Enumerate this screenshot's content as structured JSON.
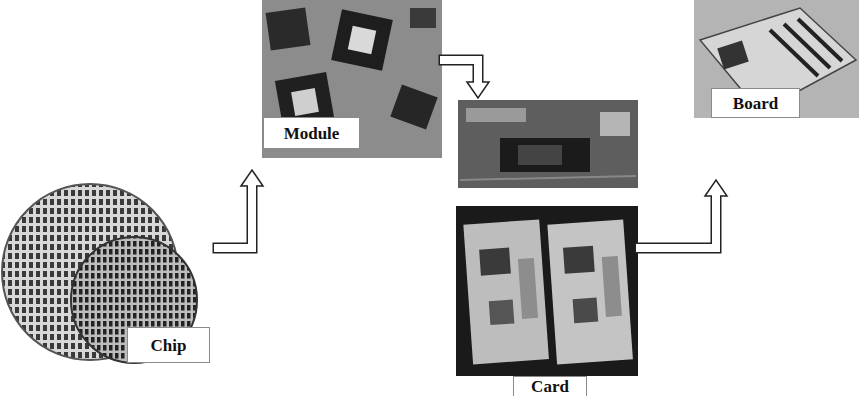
{
  "diagram": {
    "nodes": [
      {
        "text": [
          "Chip"
        ]
      },
      {
        "text": [
          "Module"
        ]
      },
      {
        "text": [
          "Card"
        ]
      },
      {
        "text": [
          "Board"
        ]
      }
    ],
    "edges": [
      {
        "from": 0,
        "to": 1,
        "arrow": "to"
      },
      {
        "from": 1,
        "to": 2,
        "arrow": "to"
      },
      {
        "from": 2,
        "to": 3,
        "arrow": "to"
      }
    ]
  }
}
